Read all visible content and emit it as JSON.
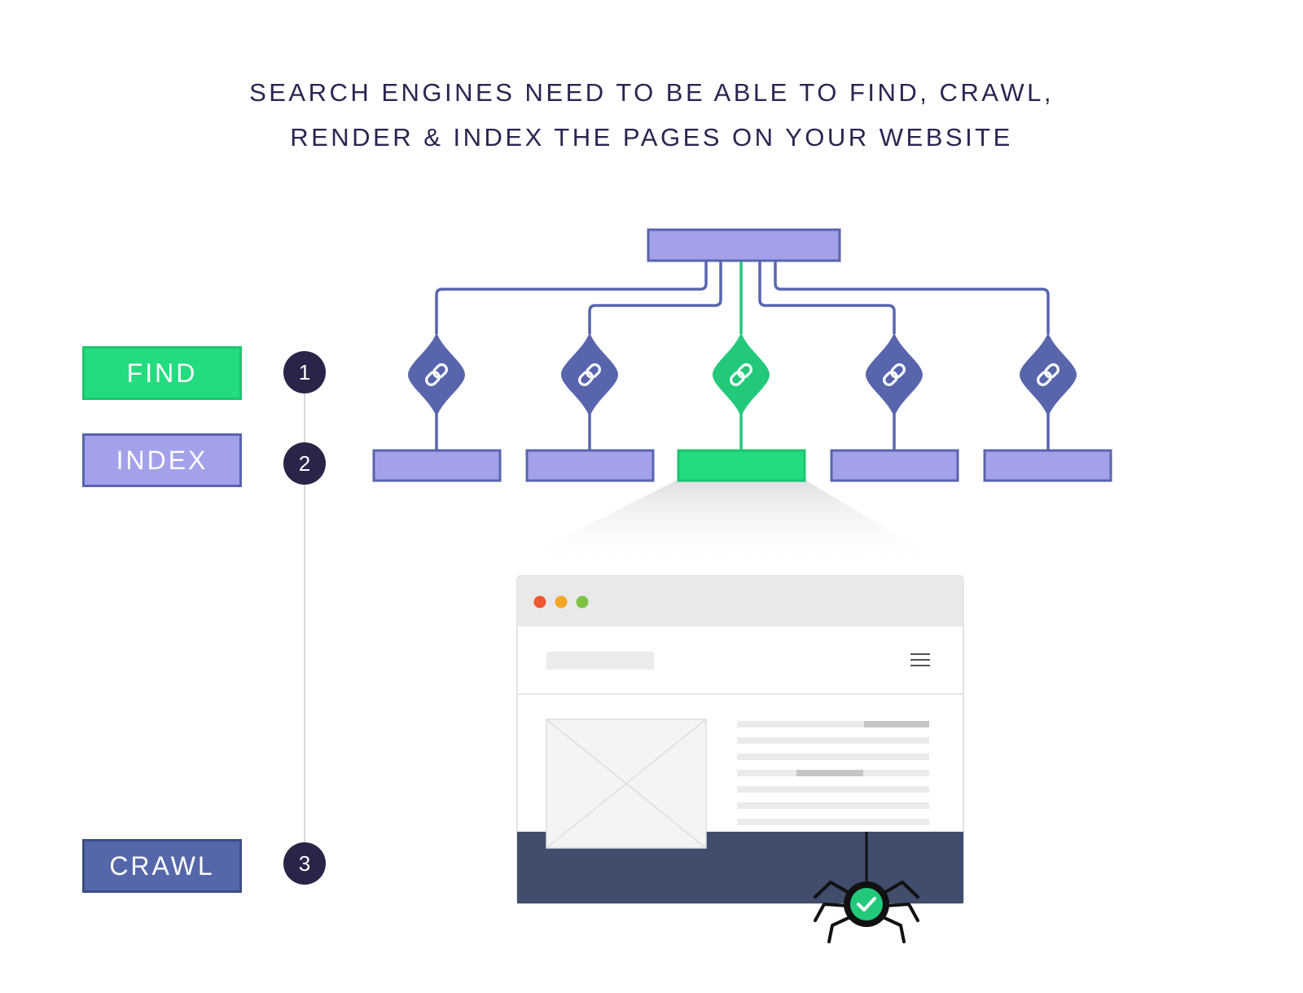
{
  "title": {
    "line1": "SEARCH ENGINES NEED TO BE ABLE TO FIND, CRAWL,",
    "line2": "RENDER & INDEX THE PAGES ON YOUR WEBSITE"
  },
  "stages": [
    {
      "label": "FIND",
      "step": "1"
    },
    {
      "label": "INDEX",
      "step": "2"
    },
    {
      "label": "CRAWL",
      "step": "3"
    }
  ],
  "colors": {
    "find": "#23dc7f",
    "index": "#a3a1ea",
    "crawl": "#5567aa",
    "outline": "#5865ad",
    "dark": "#2a2449",
    "browser_footer": "#414d6d"
  },
  "icons": [
    "link-icon",
    "hamburger-menu-icon",
    "spider-icon",
    "checkmark-icon",
    "image-placeholder-icon"
  ]
}
